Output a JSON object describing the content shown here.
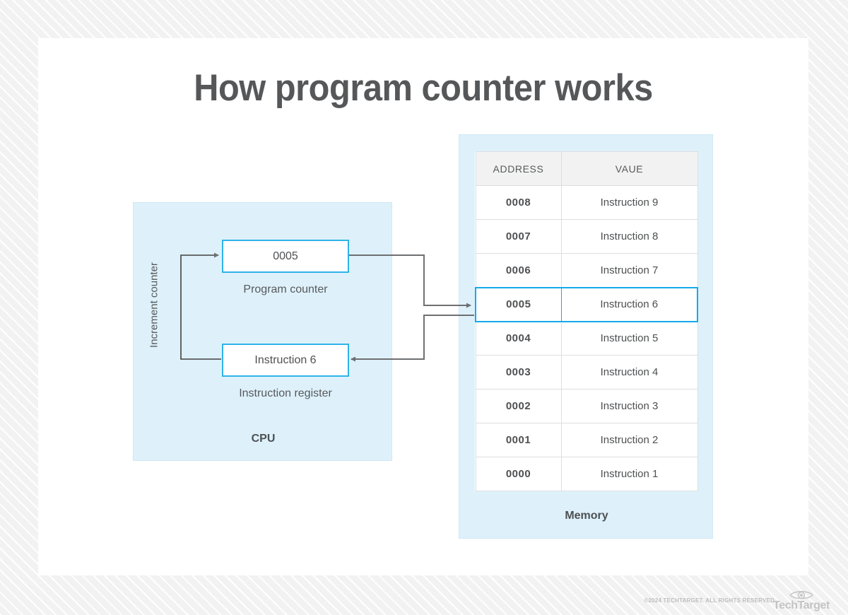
{
  "title": "How program counter works",
  "cpu": {
    "label": "CPU",
    "program_counter": {
      "value": "0005",
      "caption": "Program counter"
    },
    "instruction_register": {
      "value": "Instruction 6",
      "caption": "Instruction register"
    },
    "increment_label": "Increment counter"
  },
  "memory": {
    "label": "Memory",
    "columns": [
      "ADDRESS",
      "VAUE"
    ],
    "rows": [
      {
        "address": "0008",
        "value": "Instruction 9",
        "highlighted": false
      },
      {
        "address": "0007",
        "value": "Instruction 8",
        "highlighted": false
      },
      {
        "address": "0006",
        "value": "Instruction 7",
        "highlighted": false
      },
      {
        "address": "0005",
        "value": "Instruction 6",
        "highlighted": true
      },
      {
        "address": "0004",
        "value": "Instruction 5",
        "highlighted": false
      },
      {
        "address": "0003",
        "value": "Instruction 4",
        "highlighted": false
      },
      {
        "address": "0002",
        "value": "Instruction 3",
        "highlighted": false
      },
      {
        "address": "0001",
        "value": "Instruction 2",
        "highlighted": false
      },
      {
        "address": "0000",
        "value": "Instruction 1",
        "highlighted": false
      }
    ]
  },
  "footer": {
    "copyright": "©2024 TECHTARGET. ALL RIGHTS RESERVED",
    "brand": "TechTarget"
  },
  "colors": {
    "panel_fill": "#def1fb",
    "accent_cyan": "#14aaea",
    "box_border": "#2eb4e9",
    "text_dark": "#4e5052",
    "connector": "#6d6f71"
  }
}
